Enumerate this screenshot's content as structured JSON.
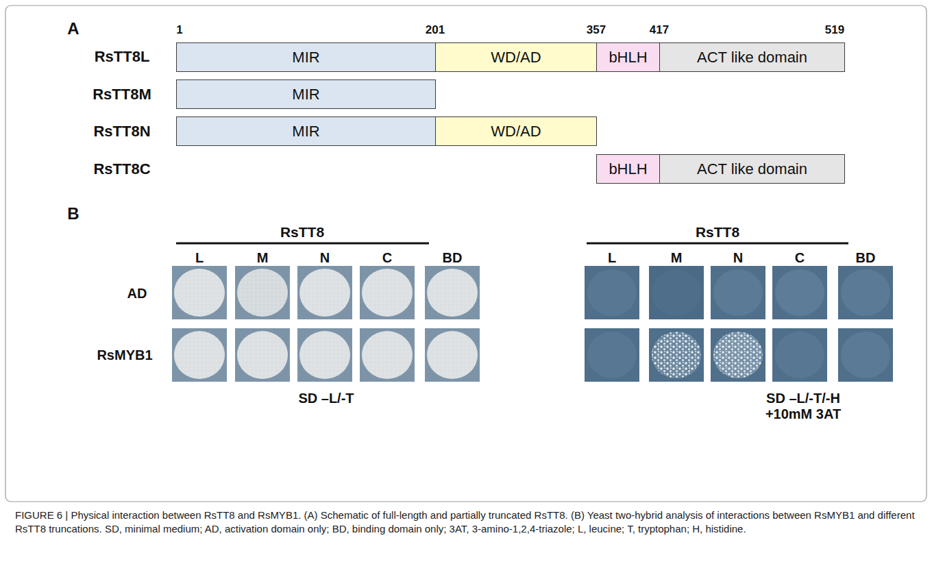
{
  "diagram": {
    "caption": "FIGURE 6 | Physical interaction between RsTT8 and RsMYB1. (A) Schematic of full-length and partially truncated RsTT8. (B) Yeast two-hybrid analysis of interactions between RsMYB1 and different RsTT8 truncations. SD, minimal medium; AD, activation domain only; BD, binding domain only; 3AT, 3-amino-1,2,4-triazole; L, leucine; T, tryptophan; H, histidine.",
    "nodes": [
      {
        "text": [
          "MIR"
        ]
      },
      {
        "text": [
          "WD/AD"
        ]
      },
      {
        "text": [
          "bHLH"
        ]
      },
      {
        "text": [
          "ACT like domain"
        ]
      },
      {
        "text": [
          "MIR"
        ]
      },
      {
        "text": [
          "MIR"
        ]
      },
      {
        "text": [
          "WD/AD"
        ]
      },
      {
        "text": [
          "bHLH"
        ]
      },
      {
        "text": [
          "ACT like domain"
        ]
      }
    ],
    "labels": [
      "A",
      "1",
      "201",
      "357",
      "417",
      "519",
      "RsTT8L",
      "RsTT8M",
      "RsTT8N",
      "RsTT8C",
      "B",
      "RsTT8",
      "L",
      "M",
      "N",
      "C",
      "BD",
      "AD",
      "RsMYB1",
      "SD –L/-T",
      "RsTT8",
      "L",
      "M",
      "N",
      "C",
      "BD",
      "SD –L/-T/-H +10mM 3AT"
    ]
  }
}
